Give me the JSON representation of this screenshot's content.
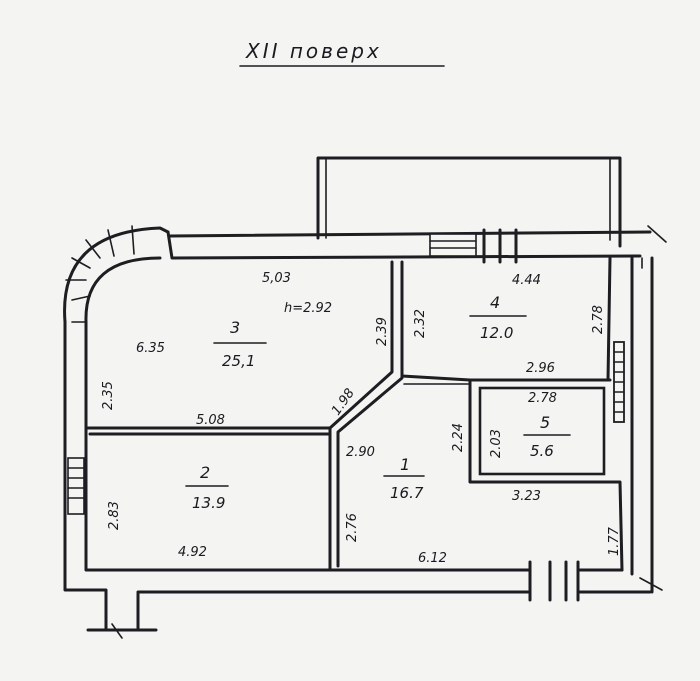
{
  "plan": {
    "title": "XII поверх",
    "rooms": [
      {
        "number": "1",
        "area": "16.7"
      },
      {
        "number": "2",
        "area": "13.9"
      },
      {
        "number": "3",
        "area": "25,1"
      },
      {
        "number": "4",
        "area": "12.0"
      },
      {
        "number": "5",
        "area": "5.6"
      }
    ],
    "dimensions": [
      "5,03",
      "h=2.92",
      "6.35",
      "2.39",
      "2.35",
      "5.08",
      "1.98",
      "2.32",
      "4.44",
      "2.78",
      "2.96",
      "2.78",
      "2.03",
      "2.24",
      "3.23",
      "2.90",
      "2.76",
      "6.12",
      "1.77",
      "2.83",
      "4.92"
    ]
  }
}
